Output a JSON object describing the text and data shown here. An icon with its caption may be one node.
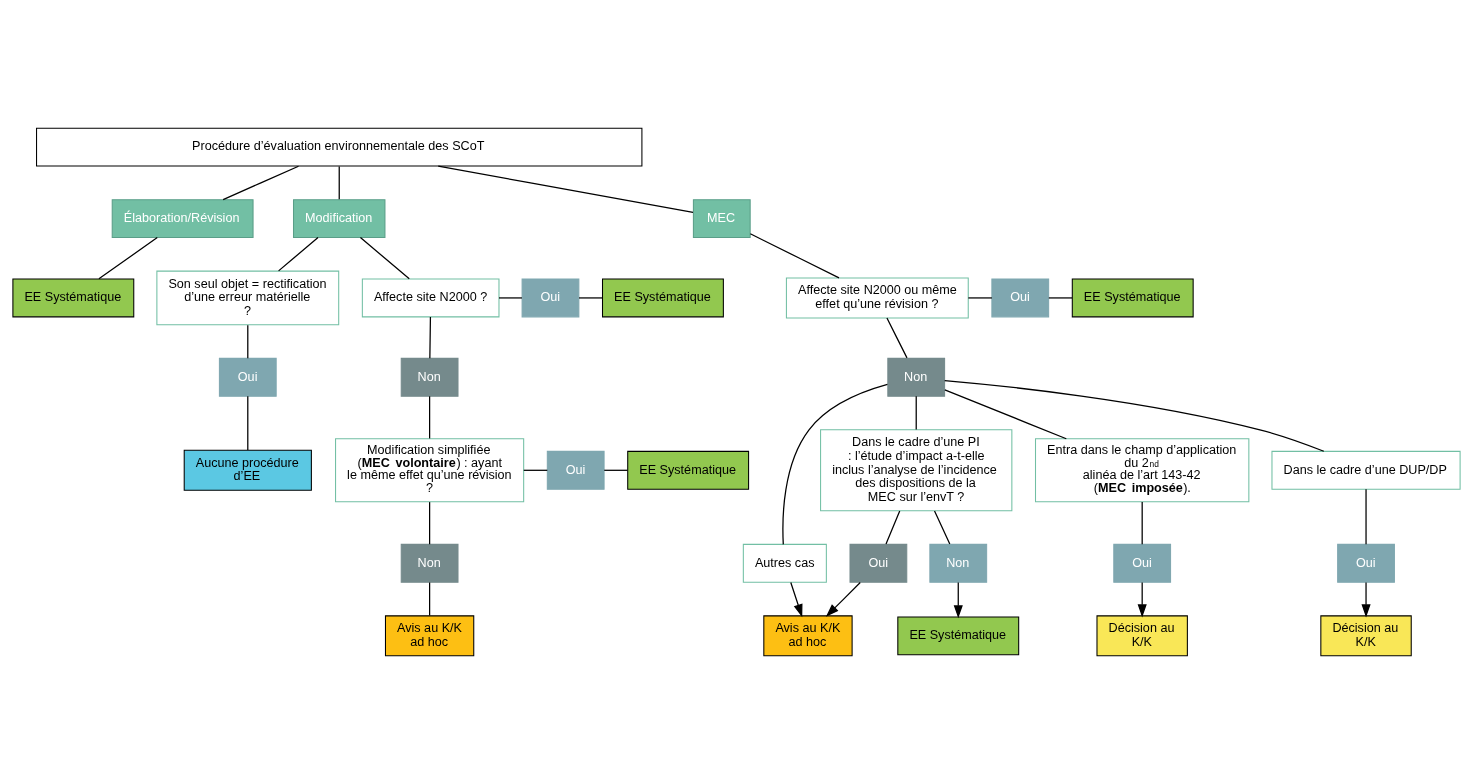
{
  "diagram": {
    "nodes": [
      {
        "text": [
          "Procédure d’évaluation environnementale des SCoT"
        ]
      },
      {
        "text": [
          "Élaboration/Révision"
        ]
      },
      {
        "text": [
          "EE Systématique"
        ]
      },
      {
        "text": [
          "Modification"
        ]
      },
      {
        "text": [
          "Son seul objet = rectification d’une erreur matérielle ?"
        ]
      },
      {
        "text": [
          "Oui"
        ]
      },
      {
        "text": [
          "Aucune procédure d’EE"
        ]
      },
      {
        "text": [
          "Affecte site N2000 ?"
        ]
      },
      {
        "text": [
          "Oui"
        ]
      },
      {
        "text": [
          "EE Systématique"
        ]
      },
      {
        "text": [
          "Non"
        ]
      },
      {
        "text": [
          "Modification simplifiée (**MEC volontaire**) : ayant le même effet qu’une révision ?"
        ]
      },
      {
        "text": [
          "Oui"
        ]
      },
      {
        "text": [
          "EE Systématique"
        ]
      },
      {
        "text": [
          "Non"
        ]
      },
      {
        "text": [
          "Avis au K/K ad hoc"
        ]
      },
      {
        "text": [
          "MEC"
        ]
      },
      {
        "text": [
          "Affecte site N2000 ou même effet qu’une révision ?"
        ]
      },
      {
        "text": [
          "Oui"
        ]
      },
      {
        "text": [
          "EE Systématique"
        ]
      },
      {
        "text": [
          "Non"
        ]
      },
      {
        "text": [
          "Autres cas"
        ]
      },
      {
        "text": [
          "Dans le cadre d’une PI : l’étude d’impact a-t-elle inclus l’analyse de l’incidence des dispositions de la MEC sur l’envT ?"
        ]
      },
      {
        "text": [
          "Entra dans le champ d’application du 2$^{nd}$ alinéa de l’art 143-42 (**MEC imposée**)."
        ]
      },
      {
        "text": [
          "Dans le cadre d’une DUP/DP"
        ]
      },
      {
        "text": [
          "Oui"
        ]
      },
      {
        "text": [
          "Non"
        ]
      },
      {
        "text": [
          "Avis au K/K ad hoc"
        ]
      },
      {
        "text": [
          "EE Systématique"
        ]
      },
      {
        "text": [
          "Oui"
        ]
      },
      {
        "text": [
          "Décision au K/K"
        ]
      },
      {
        "text": [
          "Oui"
        ]
      },
      {
        "text": [
          "Décision au K/K"
        ]
      }
    ],
    "edges": [
      {
        "from": 0,
        "to": 1,
        "arrow": "none"
      },
      {
        "from": 0,
        "to": 3,
        "arrow": "none"
      },
      {
        "from": 0,
        "to": 16,
        "arrow": "none"
      },
      {
        "from": 1,
        "to": 2,
        "arrow": "none"
      },
      {
        "from": 3,
        "to": 4,
        "arrow": "none"
      },
      {
        "from": 3,
        "to": 7,
        "arrow": "none"
      },
      {
        "from": 4,
        "to": 5,
        "arrow": "none"
      },
      {
        "from": 5,
        "to": 6,
        "arrow": "none"
      },
      {
        "from": 7,
        "to": 8,
        "arrow": "none"
      },
      {
        "from": 8,
        "to": 9,
        "arrow": "none"
      },
      {
        "from": 7,
        "to": 10,
        "arrow": "none"
      },
      {
        "from": 10,
        "to": 11,
        "arrow": "none"
      },
      {
        "from": 11,
        "to": 12,
        "arrow": "none"
      },
      {
        "from": 12,
        "to": 13,
        "arrow": "none"
      },
      {
        "from": 11,
        "to": 14,
        "arrow": "none"
      },
      {
        "from": 14,
        "to": 15,
        "arrow": "none"
      },
      {
        "from": 16,
        "to": 17,
        "arrow": "none"
      },
      {
        "from": 17,
        "to": 18,
        "arrow": "none"
      },
      {
        "from": 18,
        "to": 19,
        "arrow": "none"
      },
      {
        "from": 17,
        "to": 20,
        "arrow": "none"
      },
      {
        "from": 20,
        "to": 21,
        "arrow": "none"
      },
      {
        "from": 20,
        "to": 22,
        "arrow": "none"
      },
      {
        "from": 20,
        "to": 23,
        "arrow": "none"
      },
      {
        "from": 20,
        "to": 24,
        "arrow": "none"
      },
      {
        "from": 21,
        "to": 27,
        "arrow": "to"
      },
      {
        "from": 22,
        "to": 25,
        "arrow": "none"
      },
      {
        "from": 25,
        "to": 27,
        "arrow": "to"
      },
      {
        "from": 22,
        "to": 26,
        "arrow": "none"
      },
      {
        "from": 26,
        "to": 28,
        "arrow": "to"
      },
      {
        "from": 23,
        "to": 29,
        "arrow": "none"
      },
      {
        "from": 29,
        "to": 30,
        "arrow": "to"
      },
      {
        "from": 24,
        "to": 31,
        "arrow": "none"
      },
      {
        "from": 31,
        "to": 32,
        "arrow": "to"
      }
    ]
  }
}
